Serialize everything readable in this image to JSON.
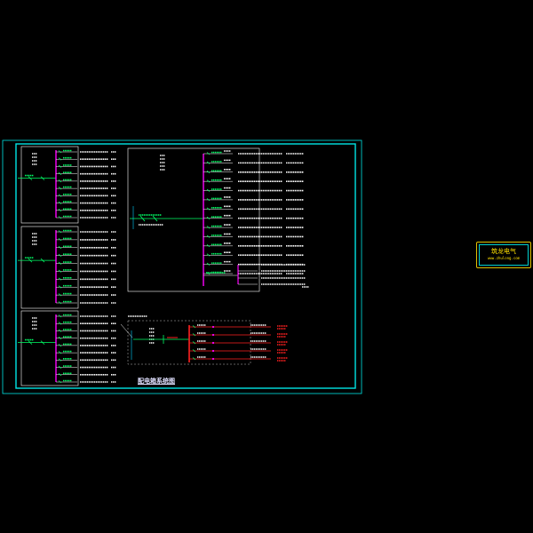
{
  "drawing": {
    "title": "配电箱系统图"
  },
  "stamp": {
    "title": "筑龙电气",
    "url": "www.zhulong.com"
  },
  "colors": {
    "background": "#000000",
    "frame": "#00e5e5",
    "panel": "#ffffff",
    "bus": "#ff00ff",
    "breaker": "#00ff66",
    "feeder": "#ffffff",
    "fire": "#ff2020",
    "stamp": "#ffe000"
  },
  "panels": [
    {
      "id": "left-1",
      "circuits": 10
    },
    {
      "id": "left-2",
      "circuits": 10
    },
    {
      "id": "left-3",
      "circuits": 10
    },
    {
      "id": "main",
      "circuits": 14
    },
    {
      "id": "fire-panel",
      "circuits": 5
    }
  ]
}
